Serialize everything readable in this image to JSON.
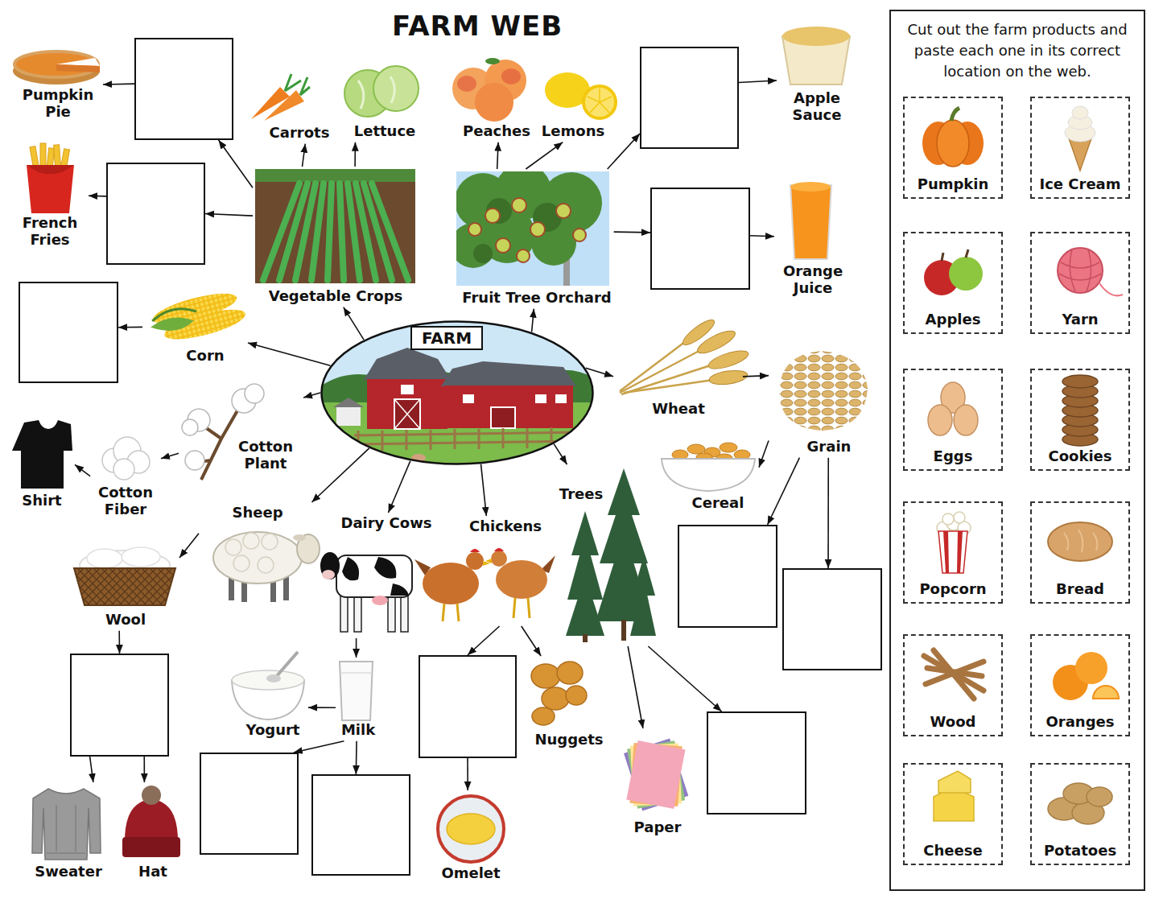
{
  "diagram": {
    "title": "FARM WEB",
    "nodes": [
      {
        "text": [
          "Pumpkin Pie"
        ]
      },
      {
        "text": []
      },
      {
        "text": [
          "French Fries"
        ]
      },
      {
        "text": []
      },
      {
        "text": [
          "Carrots"
        ]
      },
      {
        "text": [
          "Lettuce"
        ]
      },
      {
        "text": [
          "Vegetable Crops"
        ]
      },
      {
        "text": [
          "Peaches"
        ]
      },
      {
        "text": [
          "Lemons"
        ]
      },
      {
        "text": [
          "Fruit Tree Orchard"
        ]
      },
      {
        "text": []
      },
      {
        "text": [
          "Apple Sauce"
        ]
      },
      {
        "text": []
      },
      {
        "text": [
          "Orange Juice"
        ]
      },
      {
        "text": []
      },
      {
        "text": [
          "Corn"
        ]
      },
      {
        "text": [
          "FARM"
        ]
      },
      {
        "text": [
          "Wheat"
        ]
      },
      {
        "text": [
          "Grain"
        ]
      },
      {
        "text": [
          "Cotton Plant"
        ]
      },
      {
        "text": [
          "Cotton Fiber"
        ]
      },
      {
        "text": [
          "Shirt"
        ]
      },
      {
        "text": [
          "Sheep"
        ]
      },
      {
        "text": [
          "Dairy Cows"
        ]
      },
      {
        "text": [
          "Chickens"
        ]
      },
      {
        "text": [
          "Trees"
        ]
      },
      {
        "text": [
          "Cereal"
        ]
      },
      {
        "text": []
      },
      {
        "text": []
      },
      {
        "text": [
          "Wool"
        ]
      },
      {
        "text": []
      },
      {
        "text": [
          "Sweater"
        ]
      },
      {
        "text": [
          "Hat"
        ]
      },
      {
        "text": [
          "Yogurt"
        ]
      },
      {
        "text": [
          "Milk"
        ]
      },
      {
        "text": []
      },
      {
        "text": []
      },
      {
        "text": []
      },
      {
        "text": [
          "Nuggets"
        ]
      },
      {
        "text": [
          "Omelet"
        ]
      },
      {
        "text": [
          "Paper"
        ]
      },
      {
        "text": []
      },
      {
        "text": [
          "Cut out the farm products and paste each one in its correct location on the web."
        ]
      },
      {
        "text": [
          "Pumpkin"
        ],
        "in": 42
      },
      {
        "text": [
          "Ice Cream"
        ],
        "in": 42
      },
      {
        "text": [
          "Apples"
        ],
        "in": 42
      },
      {
        "text": [
          "Yarn"
        ],
        "in": 42
      },
      {
        "text": [
          "Eggs"
        ],
        "in": 42
      },
      {
        "text": [
          "Cookies"
        ],
        "in": 42
      },
      {
        "text": [
          "Popcorn"
        ],
        "in": 42
      },
      {
        "text": [
          "Bread"
        ],
        "in": 42
      },
      {
        "text": [
          "Wood"
        ],
        "in": 42
      },
      {
        "text": [
          "Oranges"
        ],
        "in": 42
      },
      {
        "text": [
          "Cheese"
        ],
        "in": 42
      },
      {
        "text": [
          "Potatoes"
        ],
        "in": 42
      }
    ],
    "edges": [
      {
        "from": 1,
        "to": 0,
        "arrow": "to"
      },
      {
        "from": 6,
        "to": 1,
        "arrow": "to"
      },
      {
        "from": 3,
        "to": 2,
        "arrow": "to"
      },
      {
        "from": 6,
        "to": 3,
        "arrow": "to"
      },
      {
        "from": 6,
        "to": 4,
        "arrow": "to"
      },
      {
        "from": 6,
        "to": 5,
        "arrow": "to"
      },
      {
        "from": 9,
        "to": 7,
        "arrow": "to"
      },
      {
        "from": 9,
        "to": 8,
        "arrow": "to"
      },
      {
        "from": 9,
        "to": 10,
        "arrow": "to"
      },
      {
        "from": 10,
        "to": 11,
        "arrow": "to"
      },
      {
        "from": 9,
        "to": 12,
        "arrow": "to"
      },
      {
        "from": 12,
        "to": 13,
        "arrow": "to"
      },
      {
        "from": 16,
        "to": 6,
        "arrow": "to"
      },
      {
        "from": 16,
        "to": 9,
        "arrow": "to"
      },
      {
        "from": 16,
        "to": 15,
        "arrow": "to"
      },
      {
        "from": 15,
        "to": 14,
        "arrow": "to"
      },
      {
        "from": 16,
        "to": 17,
        "arrow": "to"
      },
      {
        "from": 17,
        "to": 18,
        "arrow": "to"
      },
      {
        "from": 18,
        "to": 26,
        "arrow": "to"
      },
      {
        "from": 18,
        "to": 27,
        "arrow": "to"
      },
      {
        "from": 18,
        "to": 28,
        "arrow": "to"
      },
      {
        "from": 16,
        "to": 19,
        "arrow": "to"
      },
      {
        "from": 19,
        "to": 20,
        "arrow": "to"
      },
      {
        "from": 20,
        "to": 21,
        "arrow": "to"
      },
      {
        "from": 16,
        "to": 22,
        "arrow": "to"
      },
      {
        "from": 22,
        "to": 29,
        "arrow": "to"
      },
      {
        "from": 29,
        "to": 30,
        "arrow": "to"
      },
      {
        "from": 30,
        "to": 31,
        "arrow": "to"
      },
      {
        "from": 30,
        "to": 32,
        "arrow": "to"
      },
      {
        "from": 16,
        "to": 23,
        "arrow": "to"
      },
      {
        "from": 23,
        "to": 34,
        "arrow": "to"
      },
      {
        "from": 34,
        "to": 33,
        "arrow": "to"
      },
      {
        "from": 34,
        "to": 35,
        "arrow": "to"
      },
      {
        "from": 34,
        "to": 36,
        "arrow": "to"
      },
      {
        "from": 16,
        "to": 24,
        "arrow": "to"
      },
      {
        "from": 24,
        "to": 37,
        "arrow": "to"
      },
      {
        "from": 24,
        "to": 38,
        "arrow": "to"
      },
      {
        "from": 37,
        "to": 39,
        "arrow": "to"
      },
      {
        "from": 16,
        "to": 25,
        "arrow": "to"
      },
      {
        "from": 25,
        "to": 40,
        "arrow": "to"
      },
      {
        "from": 25,
        "to": 41,
        "arrow": "to"
      }
    ]
  }
}
